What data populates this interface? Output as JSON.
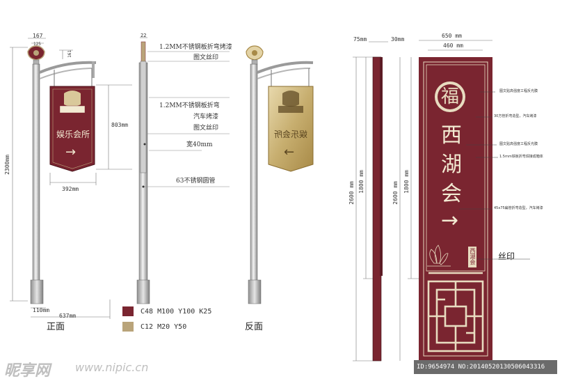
{
  "views": {
    "front_label": "正面",
    "back_label": "反面"
  },
  "front_sign": {
    "brand": "娱乐会所",
    "arrow": "→"
  },
  "side_notes": [
    "1.2MM不锈钢板折弯烤漆",
    "图文丝印",
    "1.2MM不锈钢板折弯",
    "汽车烤漆",
    "图文丝印",
    "宽40mm",
    "63不锈钢圆管"
  ],
  "dimensions_left": {
    "top_width_a": "167",
    "top_width_b": "125",
    "top_height": "161",
    "total_height": "2300mm",
    "sign_height": "803mm",
    "sign_width": "392mm",
    "base_width": "110mm",
    "arm_width": "637mm",
    "side_top": "22"
  },
  "colors": [
    {
      "swatch": "#7a2530",
      "label": "C48 M100 Y100 K25"
    },
    {
      "swatch": "#b9a47a",
      "label": "C12 M20 Y50"
    }
  ],
  "right_sign": {
    "dims": {
      "side_depth": "75mm",
      "side_gap": "30mm",
      "outer_width": "650 mm",
      "inner_width": "460 mm",
      "height_a": "2600 mm",
      "height_b": "1800 mm",
      "height_c": "2600 mm",
      "height_d": "1800 mm"
    },
    "title_chars": [
      "西",
      "湖",
      "会"
    ],
    "arrow": "→",
    "logo_char": "福",
    "seal_text": "西湖会",
    "callouts": [
      "图文贴高强度工程反光膜",
      "30方管折弯造型，汽车烤漆",
      "图文贴高强度工程反光膜",
      "1.5mm铁板折弯焊接成箱体",
      "45x75扁管折弯造型，汽车烤漆"
    ],
    "silk_label": "丝印"
  },
  "watermark": {
    "brand": "昵享网",
    "url": "www.nipic.cn",
    "id_text": "ID:9654974 NO:20140520130506043316"
  }
}
